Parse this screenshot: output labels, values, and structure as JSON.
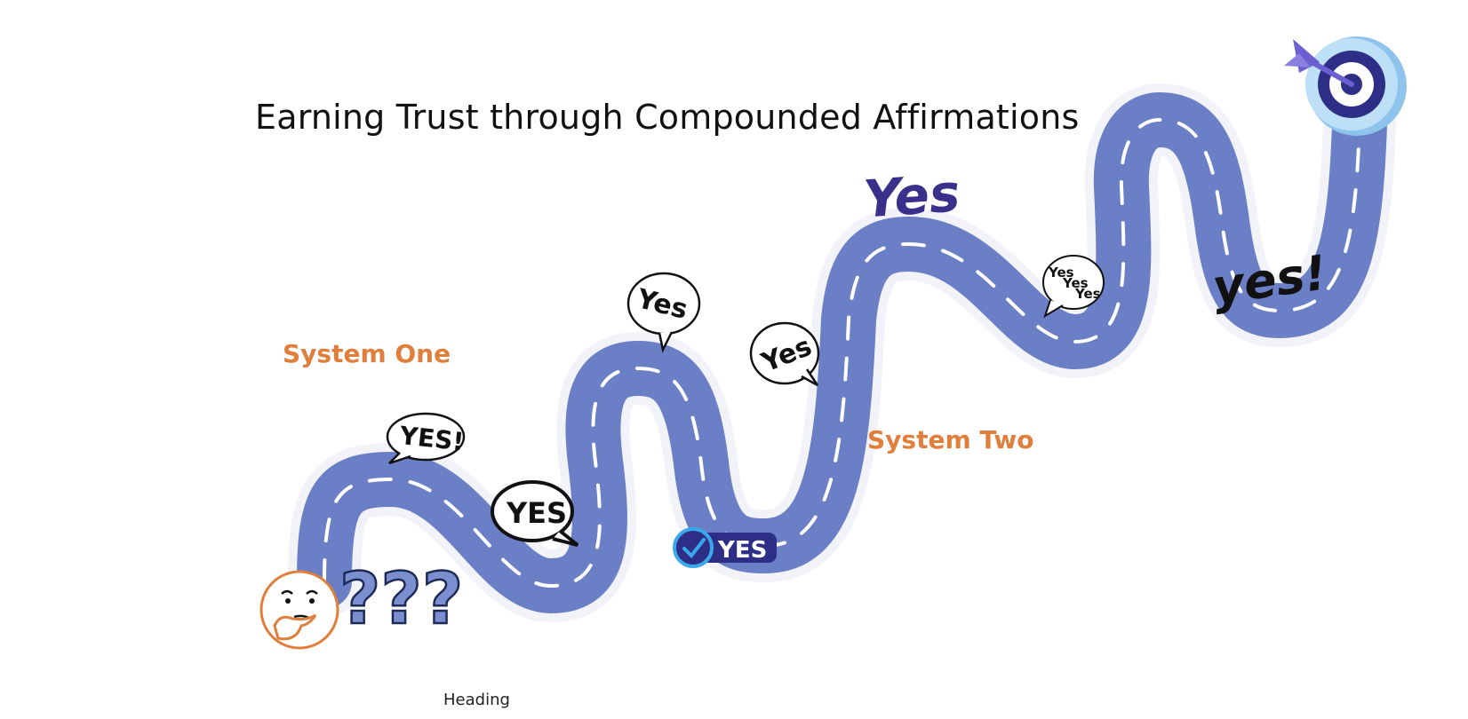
{
  "title": "Earning Trust through Compounded Affirmations",
  "labels": {
    "system_one": "System One",
    "system_two": "System Two",
    "heading": "Heading"
  },
  "stickers": {
    "yes_caps_exclaim": "YES!",
    "yes_bold": "YES",
    "yes_bubble_top": "Yes",
    "yes_bubble_mid": "Yes",
    "yes_badge": "YES",
    "yes_script": "Yes",
    "yes_multi": [
      "Yes",
      "Yes",
      "Yes"
    ],
    "yes_final": "yes!",
    "question_marks": "???"
  },
  "colors": {
    "road": "#6a7fc6",
    "road_dash": "#ffffff",
    "accent_orange": "#e07f3c",
    "badge_navy": "#2d2f86",
    "badge_check": "#3aa8ea",
    "target_light": "#bde0f7",
    "target_navy": "#2d2f86",
    "arrow_purple": "#6b5fd1",
    "script_navy": "#3a2f8a"
  },
  "icons": [
    "thinking-face-icon",
    "question-marks-icon",
    "speech-bubble-icon",
    "check-badge-icon",
    "target-icon",
    "arrow-icon"
  ]
}
